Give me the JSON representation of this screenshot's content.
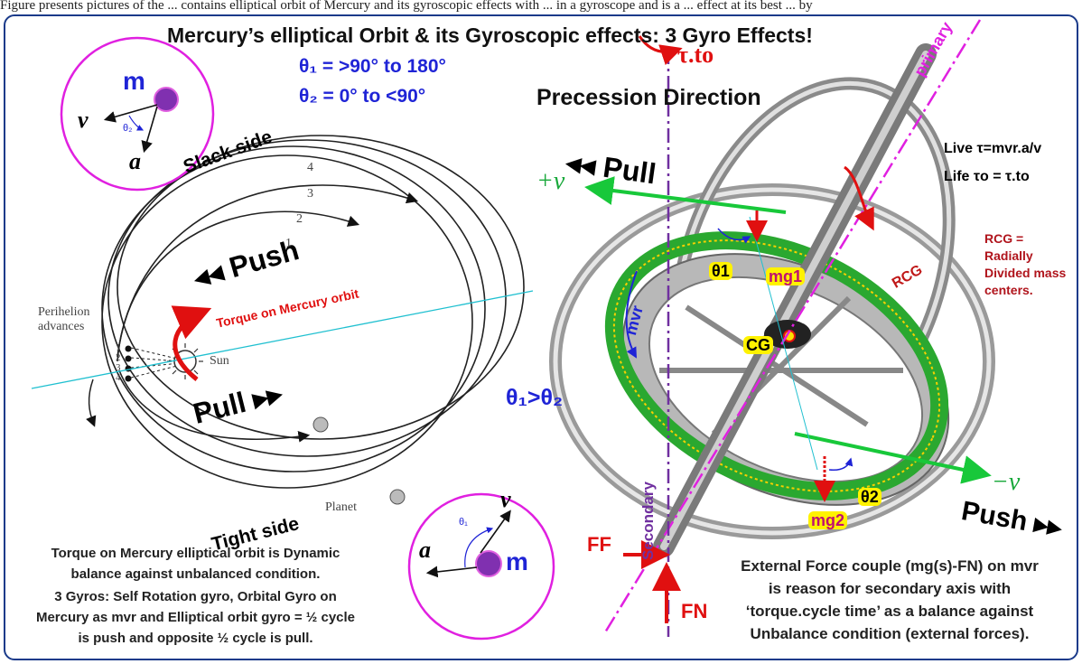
{
  "top_cut_text": "Figure presents pictures of the ... contains elliptical orbit of Mercury and its gyroscopic effects with ... in a gyroscope and is a ... effect at its best ... by",
  "title": "Mercury’s elliptical Orbit & its Gyroscopic effects: 3 Gyro Effects!",
  "theta1_range": "θ₁ = >90° to 180°",
  "theta2_range": "θ₂ = 0° to <90°",
  "precession_direction": "Precession Direction",
  "tau_to": "τ.to",
  "primary": "primary",
  "secondary": "Secondary",
  "slack_side": "Slack side",
  "tight_side": "Tight side",
  "push_left": "Push",
  "pull_left": "Pull",
  "pull_right": "Pull",
  "push_right": "Push",
  "torque_on_orbit": "Torque on Mercury orbit",
  "perihelion_advances": "Perihelion advances",
  "sun": "Sun",
  "planet": "Planet",
  "orbit_numbers": [
    "4",
    "3",
    "2",
    "1"
  ],
  "perihelion_numbers": [
    "1",
    "2",
    "3",
    "4"
  ],
  "theta_compare": "θ₁>θ₂",
  "circle_top": {
    "m": "m",
    "v": "v",
    "a": "a",
    "theta": "θ₂"
  },
  "circle_bottom": {
    "m": "m",
    "v": "v",
    "a": "a",
    "theta": "θ₁"
  },
  "plus_v": "+v",
  "minus_v": "−v",
  "live": "Live τ=mvr.a/v",
  "life": "Life τo = τ.to",
  "rcg_note": "RCG = Radially Divided mass centers.",
  "rcg_label": "RCG",
  "cg_label": "CG",
  "mg1": "mg1",
  "mg2": "mg2",
  "theta1": "θ1",
  "theta2": "θ2",
  "mvr": "mvr",
  "ff": "FF",
  "fn": "FN",
  "left_caption": [
    "Torque on Mercury elliptical orbit is Dynamic",
    "balance against unbalanced condition.",
    "3 Gyros: Self Rotation gyro, Orbital Gyro on",
    "Mercury as mvr and Elliptical orbit gyro = ½ cycle",
    "is push and opposite ½ cycle is pull."
  ],
  "right_caption": [
    "External Force couple (mg(s)-FN) on mvr",
    "is reason for secondary axis with",
    "‘torque.cycle time’ as a balance against",
    "Unbalance condition (external forces)."
  ],
  "colors": {
    "accent_blue": "#1f24d6",
    "red": "#e01010",
    "green": "#18a83a",
    "magenta": "#e020e0",
    "purple": "#7030a0",
    "yellow": "#fff200",
    "dark_red": "#b0141c"
  }
}
